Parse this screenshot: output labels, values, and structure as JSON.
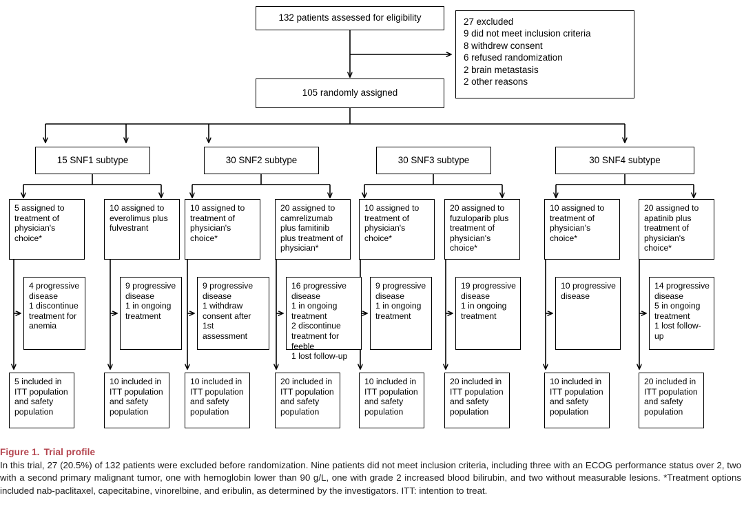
{
  "figure": {
    "label": "Figure 1.",
    "title": "Trial profile",
    "caption": "In this trial, 27 (20.5%) of 132 patients were excluded before randomization. Nine patients did not meet inclusion criteria, including three with an ECOG performance status over 2, two with a second primary malignant tumor, one with hemoglobin lower than 90 g/L, one with grade 2 increased blood bilirubin, and two without measurable lesions. *Treatment options included nab-paclitaxel, capecitabine, vinorelbine, and eribulin, as determined by the investigators. ITT: intention to treat.",
    "title_color": "#b4454f"
  },
  "flow": {
    "assessed": "132 patients assessed for eligibility",
    "excluded": "27 excluded\n   9 did not meet inclusion criteria\n   8 withdrew consent\n   6 refused randomization\n   2 brain metastasis\n   2 other reasons",
    "randomized": "105 randomly assigned",
    "subtypes": [
      {
        "label": "15 SNF1 subtype"
      },
      {
        "label": "30 SNF2 subtype"
      },
      {
        "label": "30 SNF3 subtype"
      },
      {
        "label": "30 SNF4 subtype"
      }
    ],
    "arms": [
      {
        "assigned": "5 assigned to\ntreatment of\nphysician's\nchoice*",
        "outcome": "4 progressive\ndisease\n1 discontinue\ntreatment for\nanemia",
        "itt": "5 included in\nITT population\nand safety\npopulation"
      },
      {
        "assigned": "10 assigned to\neverolimus plus\nfulvestrant",
        "outcome": "9 progressive\ndisease\n1 in ongoing\ntreatment",
        "itt": "10 included in\nITT population\nand safety\npopulation"
      },
      {
        "assigned": "10 assigned to\ntreatment of\nphysician's\nchoice*",
        "outcome": "9 progressive\ndisease\n1 withdraw\nconsent after 1st\nassessment",
        "itt": "10 included in\nITT population\nand safety\npopulation"
      },
      {
        "assigned": "20 assigned to\ncamrelizumab\nplus famitinib\nplus treatment of\nphysician*",
        "outcome": "16 progressive\ndisease\n1 in ongoing\ntreatment\n2 discontinue\ntreatment for feeble\n1 lost follow-up",
        "itt": "20 included in\nITT population\nand safety\npopulation"
      },
      {
        "assigned": "10 assigned to\ntreatment of\nphysician's\nchoice*",
        "outcome": "9 progressive\ndisease\n1 in ongoing\ntreatment",
        "itt": "10 included in\nITT population\nand safety\npopulation"
      },
      {
        "assigned": "20 assigned to\nfuzuloparib plus\ntreatment of\nphysician's\nchoice*",
        "outcome": "19 progressive\ndisease\n1 in ongoing\ntreatment",
        "itt": "20 included in\nITT population\nand safety\npopulation"
      },
      {
        "assigned": "10 assigned to\ntreatment of\nphysician's\nchoice*",
        "outcome": "10 progressive\ndisease",
        "itt": "10 included in\nITT population\nand safety\npopulation"
      },
      {
        "assigned": "20 assigned to\napatinib plus\ntreatment of\nphysician's\nchoice*",
        "outcome": "14 progressive\ndisease\n5 in ongoing\ntreatment\n1 lost follow-up",
        "itt": "20 included in\nITT population\nand safety\npopulation"
      }
    ]
  },
  "colors": {
    "stroke": "#000000",
    "background": "#ffffff",
    "accent": "#b4454f"
  }
}
